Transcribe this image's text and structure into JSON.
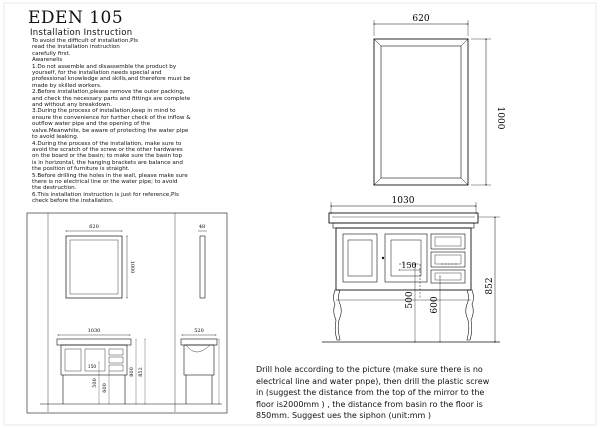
{
  "title": "EDEN 105",
  "subtitle": "Installation Instruction",
  "intro_lines": [
    "To avoid the difficult of installation,Pls",
    "read the installation instruction",
    "carefully first.",
    "Awarenelis",
    "1.Do not assemble and disassemble the product by",
    "yourself, for the installation needs special and",
    "professional knowledge and skills,and therefore must be",
    "made by skilled workers.",
    "2.Before installation,please remove the outer packing,",
    "and check the necessary parts and fittings are complete",
    "and without any breakdown.",
    "3.During the process of installation,keep in mind to",
    "ensure the convenience for further check of the inflow &",
    "outflow water pipe and the opening of the",
    "valve.Meanwhile, be aware of protecting the water pipe",
    "to avoid leaking.",
    "4.During the process of the installation, make sure to",
    "avoid the scratch of the screw or the other hardwares",
    "on the board or the basin; to make sure the basin top",
    "is in horizontal, the hanging brackets are balance and",
    "the position of furniture is straight.",
    "5.Before drilling the holes in the wall, please make sure",
    "there is no electrical line or the water pipe; to avoid",
    "the destruction.",
    "6.This installation instruction is just for reference,Pls",
    "check before the installation."
  ],
  "mirror_dims": {
    "width": "620",
    "height": "1000"
  },
  "vanity_dims": {
    "width": "1030",
    "height": "852",
    "dim_600": "600",
    "dim_500": "500",
    "dim_150": "150"
  },
  "small_drawing": {
    "mirror_width": "620",
    "mirror_height": "1000",
    "side_depth": "48",
    "vanity_width": "1030",
    "side_width": "520",
    "dims": [
      "852",
      "800",
      "600",
      "500",
      "150"
    ]
  },
  "drill_note_lines": [
    "Drill hole according to the picture (make sure there is no",
    "electrical line and water pnpe), then drill the plastic screw",
    "in (suggest the distance from the top of the mirror to the",
    "floor is2000mm  ) , the distance from basin ro the floor is",
    "850mm. Suggest ues the siphon (unit:mm )"
  ]
}
